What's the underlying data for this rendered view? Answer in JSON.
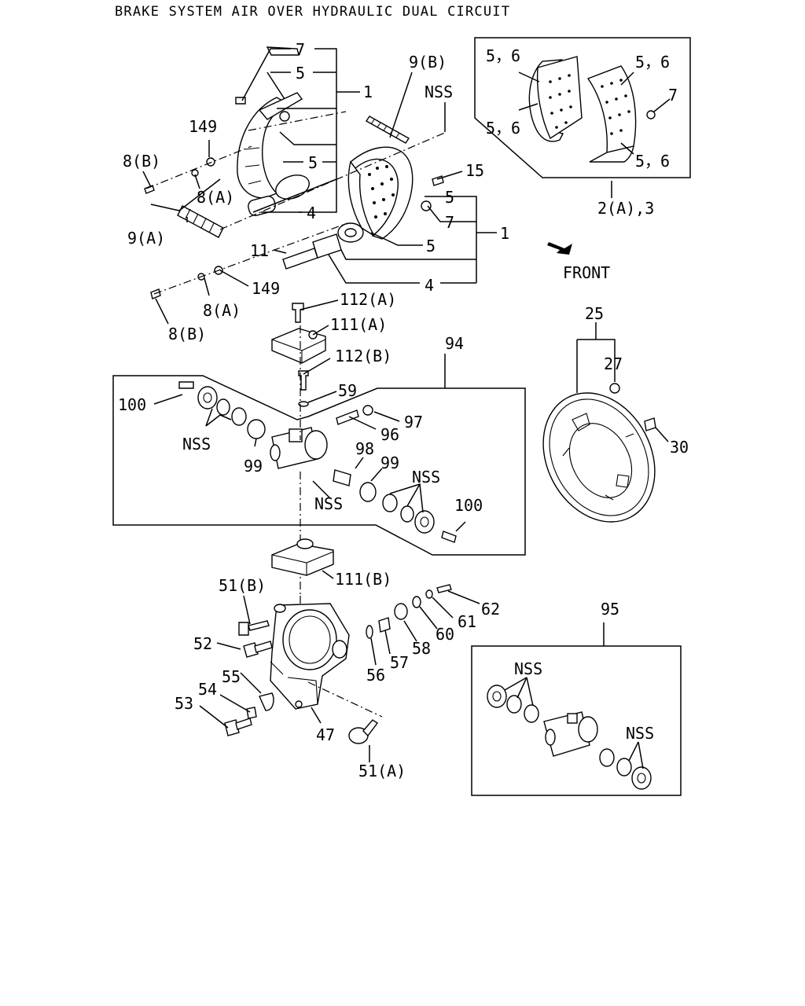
{
  "title": "BRAKE SYSTEM AIR OVER HYDRAULIC DUAL CIRCUIT",
  "front_label": "FRONT",
  "callouts": {
    "c7_top": "7",
    "c5_top": "5",
    "c1_top": "1",
    "c9b": "9(B)",
    "nss_top": "NSS",
    "c149_top": "149",
    "c8b_top": "8(B)",
    "c8a_top": "8(A)",
    "c5_mid": "5",
    "c4_left": "4",
    "c9a": "9(A)",
    "c15": "15",
    "c5_right": "5",
    "c7_right": "7",
    "c1_right": "1",
    "c5_right2": "5",
    "c11": "11",
    "c149_low": "149",
    "c8a_low": "8(A)",
    "c8b_low": "8(B)",
    "c4_right": "4",
    "inset_56_tl": "5，6",
    "inset_56_tr": "5，6",
    "inset_7": "7",
    "inset_56_bl": "5，6",
    "inset_56_br": "5，6",
    "c2a3": "2(A),3",
    "c25": "25",
    "c27": "27",
    "c30": "30",
    "c112a": "112(A)",
    "c111a": "111(A)",
    "c112b": "112(B)",
    "c94": "94",
    "c59": "59",
    "c100_left": "100",
    "c97": "97",
    "c96": "96",
    "nss_left": "NSS",
    "c98": "98",
    "c99_left": "99",
    "c99_right": "99",
    "nss_right": "NSS",
    "nss_center": "NSS",
    "c100_right": "100",
    "c111b": "111(B)",
    "c51b": "51(B)",
    "c62": "62",
    "c61": "61",
    "c52": "52",
    "c60": "60",
    "c58": "58",
    "c55": "55",
    "c54": "54",
    "c57": "57",
    "c56": "56",
    "c53": "53",
    "c47": "47",
    "c51a": "51(A)",
    "c95": "95",
    "nss_95_left": "NSS",
    "nss_95_right": "NSS"
  }
}
